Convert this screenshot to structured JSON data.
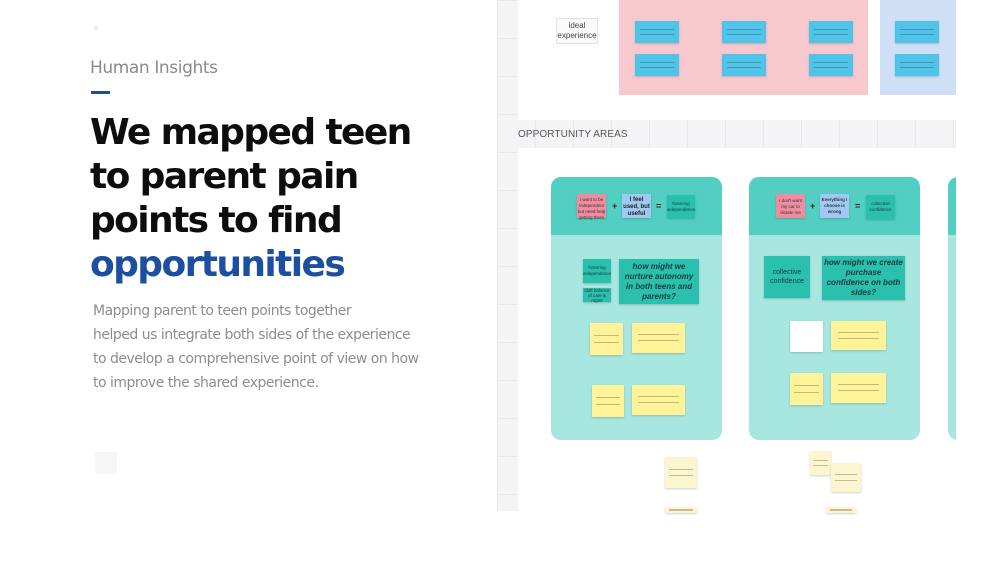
{
  "header": {
    "eyebrow": "Human Insights"
  },
  "headline": {
    "line1": "We mapped teen",
    "line2": "to parent pain",
    "line3": "points to find",
    "accent": "opportunities"
  },
  "body": {
    "line1": "Mapping parent to teen points together",
    "line2": "helped us integrate both sides of the experience",
    "line3": "to develop a comprehensive point of view on how",
    "line4": "to improve the shared experience."
  },
  "board": {
    "ideal_label": "ideal experience",
    "section_title": "OPPORTUNITY AREAS",
    "panel1": {
      "note_pink": "I want to be independent but need help getting there",
      "note_blue": "I feel used, but useful",
      "note_teal": "fostering independence",
      "op_plus": "+",
      "op_equals": "=",
      "hmw": "how might we nurture autonomy in both teens and parents?",
      "side_teal": "fostering independence",
      "side_teal2": "shift balance of care & mgmt"
    },
    "panel2": {
      "note_pink": "I don't want my car to dictate me",
      "note_blue": "Everything I choose is wrong",
      "note_teal": "collective confidence",
      "op_plus": "+",
      "op_equals": "=",
      "hmw": "how might we create purchase confidence on both sides?",
      "side_teal": "collective confidence"
    }
  }
}
